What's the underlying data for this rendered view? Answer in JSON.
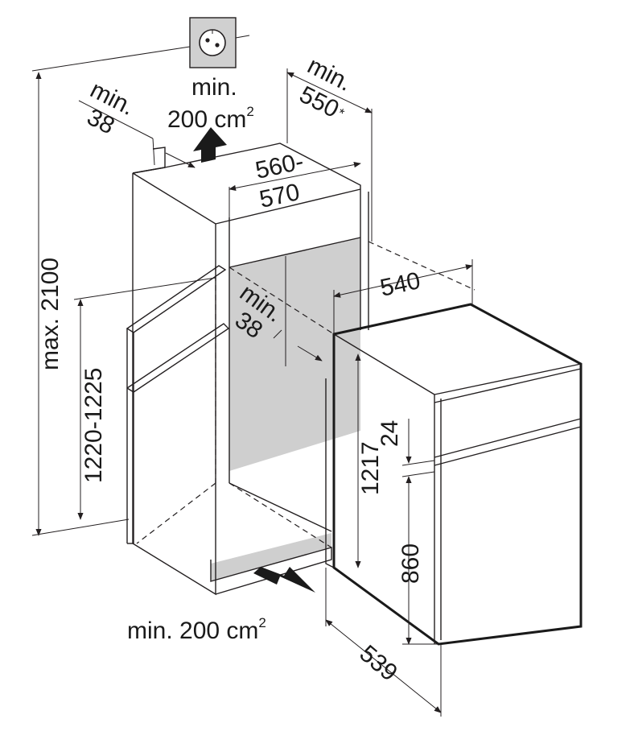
{
  "labels": {
    "top_vent_min": "min.",
    "top_vent_area": "200 cm",
    "top_vent_exp": "2",
    "depth_min": "min.",
    "depth_value": "550",
    "depth_asterisk": "*",
    "back_gap_min": "min.",
    "back_gap_value": "38",
    "niche_width": "560-",
    "niche_width_2": "570",
    "appliance_width": "540",
    "inner_gap_min": "min.",
    "inner_gap_value": "38",
    "max_height": "max. 2100",
    "niche_height": "1220-1225",
    "appliance_height": "1217",
    "top_gap": "24",
    "door_height": "860",
    "appliance_depth": "539",
    "bottom_vent": "min. 200 cm",
    "bottom_vent_exp": "2"
  },
  "colors": {
    "niche_fill": "#cfcfcf",
    "lines": "#231f20",
    "arrow": "#1a1a1a",
    "socket_fill": "#d0d0d0"
  },
  "icons": [
    "power-socket-icon",
    "airflow-arrow-up-icon",
    "airflow-arrow-in-icon"
  ]
}
